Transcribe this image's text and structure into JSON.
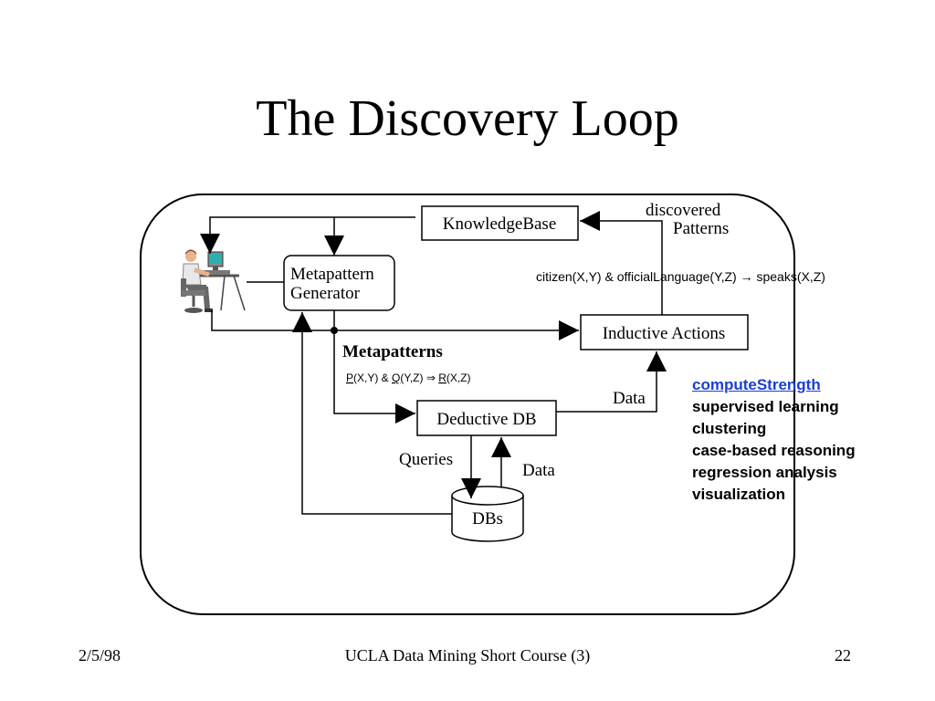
{
  "title": "The Discovery Loop",
  "nodes": {
    "knowledge_base": "KnowledgeBase",
    "metapattern_generator": [
      "Metapattern",
      "Generator"
    ],
    "inductive_actions": "Inductive Actions",
    "deductive_db": "Deductive DB",
    "dbs": "DBs"
  },
  "edge_labels": {
    "discovered": "discovered",
    "patterns": "Patterns",
    "metapatterns": "Metapatterns",
    "data_to_inductive": "Data",
    "queries": "Queries",
    "data_from_dbs": "Data"
  },
  "example_rule": "citizen(X,Y) & officialLanguage(Y,Z) → speaks(X,Z)",
  "metapattern_formula": {
    "p": "P",
    "p_args": "(X,Y) & ",
    "q": "Q",
    "q_args": "(Y,Z) ⇒ ",
    "r": "R",
    "r_args": "(X,Z)"
  },
  "methods": [
    "computeStrength",
    "supervised learning",
    "clustering",
    "case-based reasoning",
    "regression analysis",
    "visualization"
  ],
  "colors": {
    "metapatterns_label": "#a9a9ef",
    "method_link": "#1a3fd6"
  },
  "icons": [
    "person-at-computer-icon"
  ],
  "footer": {
    "date": "2/5/98",
    "course": "UCLA Data Mining Short Course (3)",
    "page": "22"
  }
}
